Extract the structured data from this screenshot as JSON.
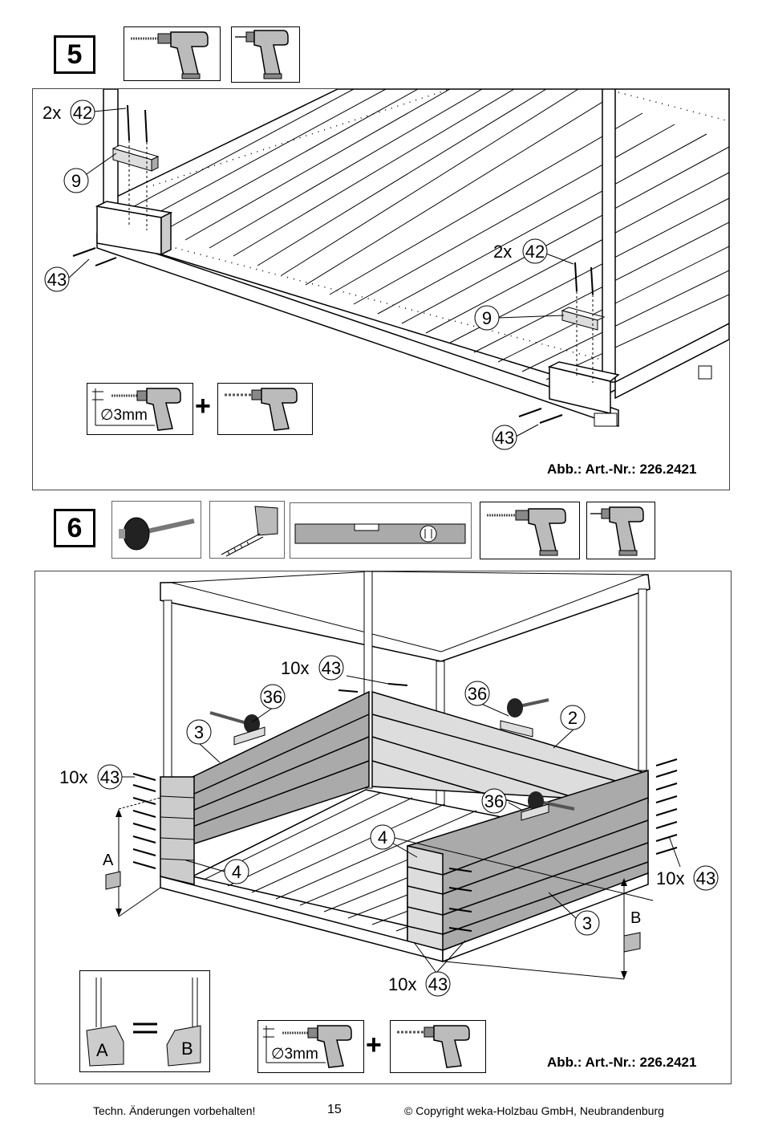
{
  "step5": {
    "number": "5",
    "callout_42a": "42",
    "callout_42b": "42",
    "qty_42a": "2x",
    "qty_42b": "2x",
    "callout_9a": "9",
    "callout_9b": "9",
    "callout_43a": "43",
    "callout_43b": "43",
    "drill_diameter": "∅3mm",
    "plus": "+",
    "ref": "Abb.: Art.-Nr.: 226.2421"
  },
  "step6": {
    "number": "6",
    "qty_43_top": "10x",
    "callout_43_top": "43",
    "qty_43_left": "10x",
    "callout_43_left": "43",
    "qty_43_right": "10x",
    "callout_43_right": "43",
    "qty_43_bottom": "10x",
    "callout_43_bottom": "43",
    "callout_36a": "36",
    "callout_36b": "36",
    "callout_36c": "36",
    "callout_3a": "3",
    "callout_3b": "3",
    "callout_2": "2",
    "callout_4a": "4",
    "callout_4b": "4",
    "label_A": "A",
    "label_B": "B",
    "equals_A": "A",
    "equals_B": "B",
    "drill_diameter": "∅3mm",
    "plus": "+",
    "ref": "Abb.: Art.-Nr.: 226.2421"
  },
  "footer": {
    "left": "Techn. Änderungen vorbehalten!",
    "page": "15",
    "right": "© Copyright weka-Holzbau GmbH, Neubrandenburg"
  },
  "icons": [
    "drill-icon",
    "screwdriver-icon",
    "mallet-icon",
    "tape-measure-icon",
    "spirit-level-icon"
  ]
}
